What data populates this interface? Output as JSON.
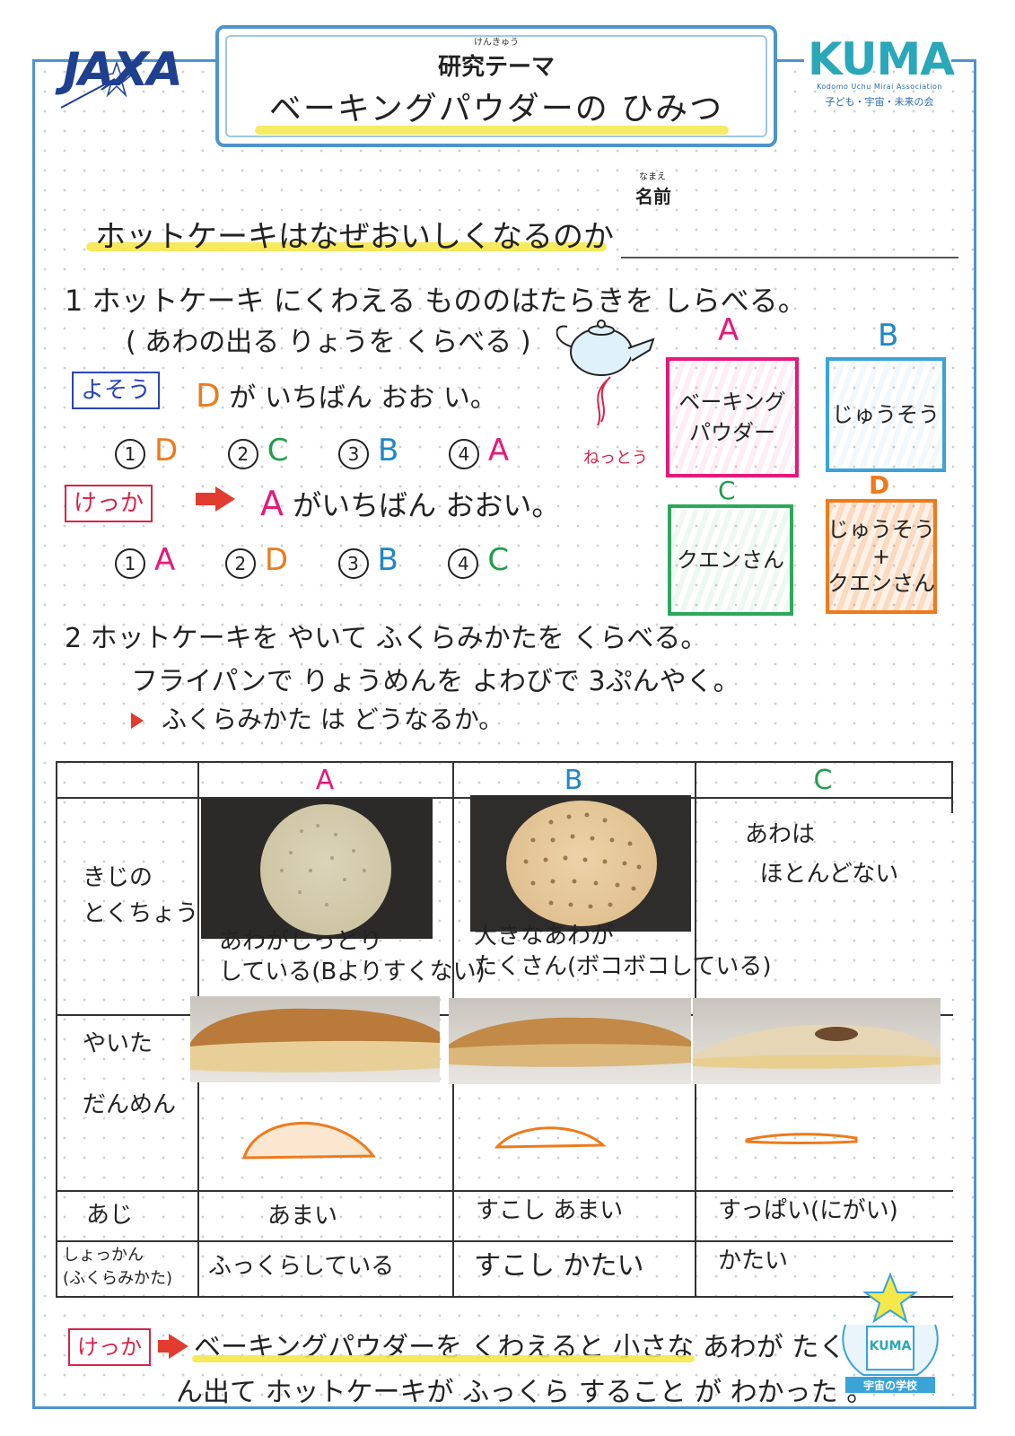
{
  "header": {
    "jaxa_logo": "JAXA",
    "theme_ruby": "けんきゅう",
    "theme_label": "研究テーマ",
    "theme_title": "ベーキングパウダーの ひみつ",
    "kuma_logo": "KUMA",
    "kuma_sub_en": "Kodomo Uchu Mirai Association",
    "kuma_sub_jp": "子ども・宇宙・未来の会"
  },
  "name": {
    "ruby": "なまえ",
    "label": "名前"
  },
  "main_question": "ホットケーキはなぜおいしくなるのか",
  "section1": {
    "title": "1  ホットケーキ にくわえる もののはたらきを しらべる。",
    "subtitle": "( あわの出る りょうを くらべる )",
    "yosou_tag": "よそう",
    "yosou_letter": "D",
    "yosou_text": "が いちばん  おお い。",
    "yosou_ranking": [
      {
        "num": "1",
        "letter": "D",
        "color": "#ee7a1c"
      },
      {
        "num": "2",
        "letter": "C",
        "color": "#1f9e4a"
      },
      {
        "num": "3",
        "letter": "B",
        "color": "#1f86c9"
      },
      {
        "num": "4",
        "letter": "A",
        "color": "#e6197a"
      }
    ],
    "kekka_tag": "けっか",
    "kekka_letter": "A",
    "kekka_text": "がいちばん おおい。",
    "kekka_ranking": [
      {
        "num": "1",
        "letter": "A",
        "color": "#e6197a"
      },
      {
        "num": "2",
        "letter": "D",
        "color": "#ee7a1c"
      },
      {
        "num": "3",
        "letter": "B",
        "color": "#1f86c9"
      },
      {
        "num": "4",
        "letter": "C",
        "color": "#1f9e4a"
      }
    ],
    "nattou": "ねっとう",
    "samples": {
      "a_label": "A",
      "a_text": "ベーキング\nパウダー",
      "b_label": "B",
      "b_text": "じゅうそう",
      "c_label": "C",
      "c_text": "クエンさん",
      "d_label": "D",
      "d_text": "じゅうそう\n+\nクエンさん"
    }
  },
  "section2": {
    "title": "2   ホットケーキを やいて ふくらみかたを くらべる。",
    "line2": "フライパンで りょうめんを よわびで  3ぷんやく。",
    "line3": "ふくらみかた は  どうなるか。"
  },
  "table": {
    "headers": [
      "A",
      "B",
      "C"
    ],
    "header_colors": [
      "#e6197a",
      "#1f86c9",
      "#1f9e4a"
    ],
    "row_kiji_label": "きじの\nとくちょう",
    "kiji_a": "あわがしっとり\nしている(Bよりすくない)",
    "kiji_b": "大きなあわが\nたくさん(ボコボコしている)",
    "kiji_c": "あわは\n  ほとんどない",
    "row_danmen_label": "やいた\n\nだんめん",
    "row_aji_label": "あじ",
    "aji_a": "あまい",
    "aji_b": "すこし あまい",
    "aji_c": "すっぱい(にがい)",
    "row_shokkan_label": "しょっかん\n(ふくらみかた)",
    "shokkan_a": "ふっくらしている",
    "shokkan_b": "すこし かたい",
    "shokkan_c": "かたい"
  },
  "conclusion": {
    "tag": "けっか",
    "line1": "ベーキングパウダーを くわえると 小さな あわが たくさ",
    "line2": "ん出て ホットケーキが ふっくら すること が わかった 。"
  },
  "school_badge": {
    "logo": "KUMA",
    "label": "宇宙の学校"
  }
}
